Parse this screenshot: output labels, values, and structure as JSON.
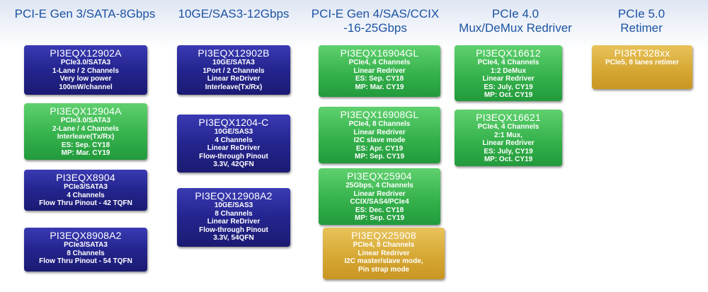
{
  "columns": [
    {
      "heading": [
        "PCI-E Gen 3/SATA-8Gbps"
      ],
      "cards": [
        {
          "part": "PI3EQX12902A",
          "lines": [
            "PCIe3.0/SATA3",
            "1-Lane / 2 Channels",
            "Very low power",
            "100mW/channel"
          ],
          "color": "navy"
        },
        {
          "part": "PI3EQX12904A",
          "lines": [
            "PCIe3.0/SATA3",
            "2-Lane / 4 Channels",
            "Interleave(Tx/Rx)",
            "ES: Sep. CY18",
            "MP: Mar. CY19"
          ],
          "color": "green"
        },
        {
          "part": "PI3EQX8904",
          "lines": [
            "PCIe3/SATA3",
            "4 Channels",
            "Flow Thru Pinout - 42 TQFN"
          ],
          "color": "navy"
        },
        {
          "part": "PI3EQX8908A2",
          "lines": [
            "PCIe3/SATA3",
            "8 Channels",
            "Flow Thru Pinout - 54 TQFN"
          ],
          "color": "navy"
        }
      ]
    },
    {
      "heading": [
        "10GE/SAS3-12Gbps"
      ],
      "cards": [
        {
          "part": "PI3EQX12902B",
          "lines": [
            "10GE/SATA3",
            "1Port / 2 Channels",
            "Linear ReDriver",
            "Interleave(Tx/Rx)"
          ],
          "color": "navy"
        },
        {
          "part": "PI3EQX1204-C",
          "lines": [
            "10GE/SAS3",
            "4 Channels",
            "Linear ReDriver",
            "Flow-through Pinout",
            "3.3V, 42QFN"
          ],
          "color": "navy"
        },
        {
          "part": "PI3EQX12908A2",
          "lines": [
            "10GE/SAS3",
            "8 Channels",
            "Linear ReDriver",
            "Flow-through Pinout",
            "3.3V, 54QFN"
          ],
          "color": "navy"
        }
      ]
    },
    {
      "heading": [
        "PCI-E Gen 4/SAS/CCIX",
        "-16-25Gbps"
      ],
      "cards": [
        {
          "part": "PI3EQX16904GL",
          "lines": [
            "PCIe4, 4 Channels",
            "Linear Redriver",
            "ES: Sep. CY18",
            "MP: Mar. CY19"
          ],
          "color": "green"
        },
        {
          "part": "PI3EQX16908GL",
          "lines": [
            "PCIe4, 8 Channels",
            "Linear Redriver",
            "I2C slave mode",
            "ES: Apr. CY19",
            "MP: Sep. CY19"
          ],
          "color": "green"
        },
        {
          "part": "PI3EQX25904",
          "lines": [
            "25Gbps, 4 Channels",
            "Linear Redriver",
            "CCIX/SAS4/PCIe4",
            "ES: Dec. CY18",
            "MP: Sep. CY19"
          ],
          "color": "green"
        },
        {
          "part": "PI3EQX25908",
          "lines": [
            "PCIe4, 8 Channels",
            "Linear Redriver",
            "I2C master/slave mode,",
            "Pin strap mode"
          ],
          "color": "gold"
        }
      ]
    },
    {
      "heading": [
        "PCIe 4.0",
        "Mux/DeMux Redriver"
      ],
      "cards": [
        {
          "part": "PI3EQX16612",
          "lines": [
            "PCIe4, 4 Channels",
            "1:2 DeMux",
            "Linear Redriver",
            "ES: July, CY19",
            "MP: Oct. CY19"
          ],
          "color": "green"
        },
        {
          "part": "PI3EQX16621",
          "lines": [
            "PCIe4, 4 Channels",
            "2:1 Mux,",
            "Linear Redriver",
            "ES: July, CY19",
            "MP: Oct. CY19"
          ],
          "color": "green"
        }
      ]
    },
    {
      "heading": [
        "PCIe 5.0",
        "Retimer"
      ],
      "cards": [
        {
          "part": "PI3RT328xx",
          "lines": [
            "PCIe5, 8 lanes retimer"
          ],
          "color": "gold"
        }
      ]
    }
  ]
}
